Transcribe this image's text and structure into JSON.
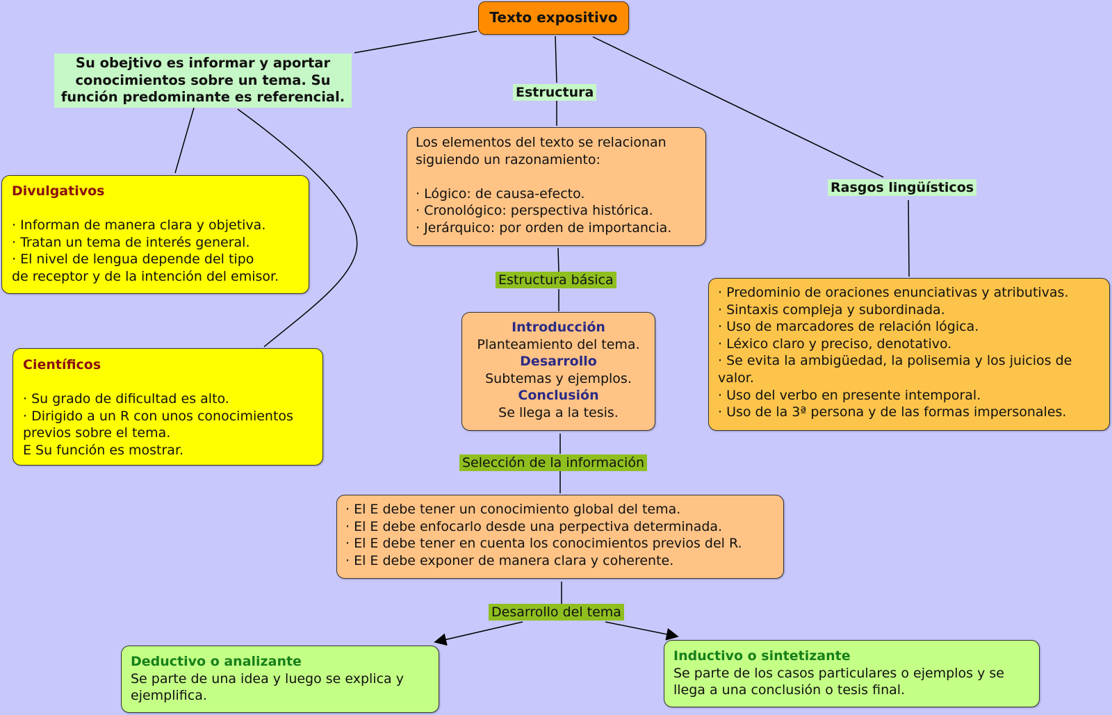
{
  "root": {
    "title": "Texto expositivo"
  },
  "definition": {
    "lines": [
      "Su obejtivo es informar y aportar",
      "conocimientos sobre un tema. Su",
      "función predominante es referencial."
    ]
  },
  "divulgativos": {
    "title": "Divulgativos",
    "lines": [
      "· Informan de manera clara y objetiva.",
      "· Tratan un tema de interés general.",
      "· El nivel de lengua depende del tipo",
      "de receptor y de la intención del emisor."
    ]
  },
  "cientificos": {
    "title": "Científicos",
    "lines": [
      "· Su grado de dificultad es alto.",
      "· Dirigido a un R con unos conocimientos",
      "previos sobre el tema.",
      "E Su función es mostrar."
    ]
  },
  "estructura": {
    "label": "Estructura",
    "intro_lines": [
      "Los elementos del texto se relacionan",
      "siguiendo un razonamiento:"
    ],
    "items": [
      "· Lógico: de causa-efecto.",
      "· Cronológico: perspectiva histórica.",
      "· Jerárquico: por orden de importancia."
    ]
  },
  "estructura_basica": {
    "label": "Estructura básica",
    "sections": [
      {
        "title": "Introducción",
        "text": "Planteamiento del tema."
      },
      {
        "title": "Desarrollo",
        "text": "Subtemas y ejemplos."
      },
      {
        "title": "Conclusión",
        "text": "Se llega a la tesis."
      }
    ]
  },
  "seleccion": {
    "label": "Selección de la información",
    "items": [
      "· El E debe tener un conocimiento global del tema.",
      "· El E debe enfocarlo desde una perpectiva determinada.",
      "· El E debe tener en cuenta los conocimientos previos del R.",
      "· El E debe exponer de manera clara y coherente."
    ]
  },
  "desarrollo_tema": {
    "label": "Desarrollo del tema",
    "deductivo": {
      "title": "Deductivo o analizante",
      "lines": [
        "Se parte de una idea y luego se explica y",
        "ejemplifica."
      ]
    },
    "inductivo": {
      "title": "Inductivo o sintetizante",
      "lines": [
        "Se parte de los casos particulares o ejemplos y se",
        "llega a una conclusión o tesis final."
      ]
    }
  },
  "rasgos": {
    "label": "Rasgos lingüísticos",
    "items": [
      "· Predominio de oraciones enunciativas y atributivas.",
      "· Sintaxis compleja y subordinada.",
      "· Uso de marcadores de relación lógica.",
      "· Léxico claro y preciso, denotativo.",
      "· Se evita la ambigüedad, la polisemia y los juicios de",
      "valor.",
      "· Uso del verbo en presente intemporal.",
      "· Uso de la 3ª persona y de las formas impersonales."
    ]
  }
}
